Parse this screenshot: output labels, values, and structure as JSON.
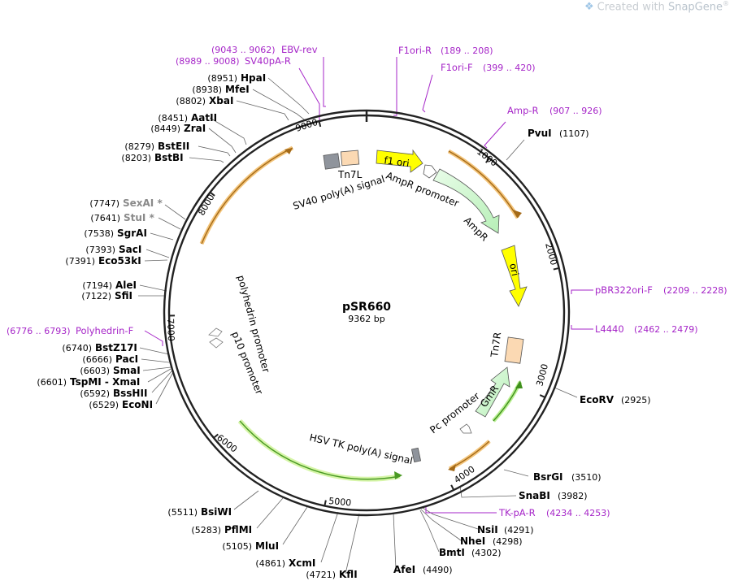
{
  "watermark": {
    "prefix": "Created with ",
    "brand": "SnapGene",
    "reg": "®"
  },
  "plasmid": {
    "name": "pSR660",
    "length": "9362 bp"
  },
  "ticks": [
    "1000",
    "2000",
    "3000",
    "4000",
    "5000",
    "6000",
    "7000",
    "8000",
    "9000"
  ],
  "sites_left": [
    {
      "name": "HpaI",
      "pos": "(8951)"
    },
    {
      "name": "MfeI",
      "pos": "(8938)"
    },
    {
      "name": "XbaI",
      "pos": "(8802)"
    },
    {
      "name": "AatII",
      "pos": "(8451)"
    },
    {
      "name": "ZraI",
      "pos": "(8449)"
    },
    {
      "name": "BstEII",
      "pos": "(8279)"
    },
    {
      "name": "BstBI",
      "pos": "(8203)"
    },
    {
      "name": "SexAI *",
      "pos": "(7747)",
      "gray": true
    },
    {
      "name": "StuI *",
      "pos": "(7641)",
      "gray": true
    },
    {
      "name": "SgrAI",
      "pos": "(7538)"
    },
    {
      "name": "SacI",
      "pos": "(7393)"
    },
    {
      "name": "Eco53kI",
      "pos": "(7391)"
    },
    {
      "name": "AleI",
      "pos": "(7194)"
    },
    {
      "name": "SfiI",
      "pos": "(7122)"
    },
    {
      "name": "BstZ17I",
      "pos": "(6740)"
    },
    {
      "name": "PacI",
      "pos": "(6666)"
    },
    {
      "name": "SmaI",
      "pos": "(6603)"
    },
    {
      "name": "TspMI - XmaI",
      "pos": "(6601)"
    },
    {
      "name": "BssHII",
      "pos": "(6592)"
    },
    {
      "name": "EcoNI",
      "pos": "(6529)"
    }
  ],
  "sites_right": [
    {
      "name": "PvuI",
      "pos": "(1107)"
    },
    {
      "name": "EcoRV",
      "pos": "(2925)"
    },
    {
      "name": "BsrGI",
      "pos": "(3510)"
    },
    {
      "name": "SnaBI",
      "pos": "(3982)"
    },
    {
      "name": "NsiI",
      "pos": "(4291)"
    },
    {
      "name": "NheI",
      "pos": "(4298)"
    },
    {
      "name": "BmtI",
      "pos": "(4302)"
    }
  ],
  "sites_bottom": [
    {
      "name": "BsiWI",
      "pos": "(5511)"
    },
    {
      "name": "PflMI",
      "pos": "(5283)"
    },
    {
      "name": "MluI",
      "pos": "(5105)"
    },
    {
      "name": "XcmI",
      "pos": "(4861)"
    },
    {
      "name": "KflI",
      "pos": "(4721)"
    },
    {
      "name": "AfeI",
      "pos": "(4490)"
    }
  ],
  "primers": [
    {
      "name": "EBV-rev",
      "pos": "(9043 .. 9062)"
    },
    {
      "name": "SV40pA-R",
      "pos": "(8989 .. 9008)"
    },
    {
      "name": "F1ori-R",
      "pos": "(189 .. 208)"
    },
    {
      "name": "F1ori-F",
      "pos": "(399 .. 420)"
    },
    {
      "name": "Amp-R",
      "pos": "(907 .. 926)"
    },
    {
      "name": "pBR322ori-F",
      "pos": "(2209 .. 2228)"
    },
    {
      "name": "L4440",
      "pos": "(2462 .. 2479)"
    },
    {
      "name": "TK-pA-R",
      "pos": "(4234 .. 4253)"
    },
    {
      "name": "Polyhedrin-F",
      "pos": "(6776 .. 6793)"
    }
  ],
  "features": {
    "f1_ori": "f1 ori",
    "amp_promoter": "AmpR promoter",
    "ampr": "AmpR",
    "ori": "ori",
    "tn7l": "Tn7L",
    "sv40": "SV40 poly(A) signal",
    "tn7r": "Tn7R",
    "gmr": "GmR",
    "pc_promoter": "Pc promoter",
    "hsv": "HSV TK poly(A) signal",
    "polyhedrin": "polyhedrin promoter",
    "p10": "p10 promoter"
  },
  "colors": {
    "backbone": "#222222",
    "primer": "#a626c8",
    "orange_arc": "#e8a23a",
    "green_arc": "#5aa52e",
    "yellow": "#ffff00",
    "light_green": "#c8f5c8",
    "peach": "#fbd9b3",
    "gray_box": "#8f949c"
  }
}
